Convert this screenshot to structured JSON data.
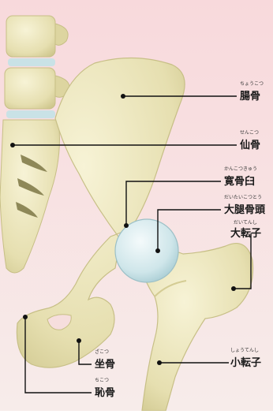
{
  "labels": {
    "ilium": {
      "text": "腸骨",
      "ruby": "ちょうこつ"
    },
    "sacrum": {
      "text": "仙骨",
      "ruby": "せんこつ"
    },
    "acetabulum": {
      "text": "寛骨臼",
      "ruby": "かんこつきゅう"
    },
    "femoral_head": {
      "text": "大腿骨頭",
      "ruby": "だいたいこつとう"
    },
    "greater_trochanter": {
      "text": "大転子",
      "ruby": "だいてんし"
    },
    "ischium": {
      "text": "坐骨",
      "ruby": "ざこつ"
    },
    "lesser_trochanter": {
      "text": "小転子",
      "ruby": "しょうてんし"
    },
    "pubis": {
      "text": "恥骨",
      "ruby": "ちこつ"
    }
  },
  "colors": {
    "background": "#f6dedd",
    "bone": "#e9e4b8",
    "bone_shadow": "#cfc78e",
    "cartilage": "#c9e2e6",
    "leader": "#111111"
  }
}
